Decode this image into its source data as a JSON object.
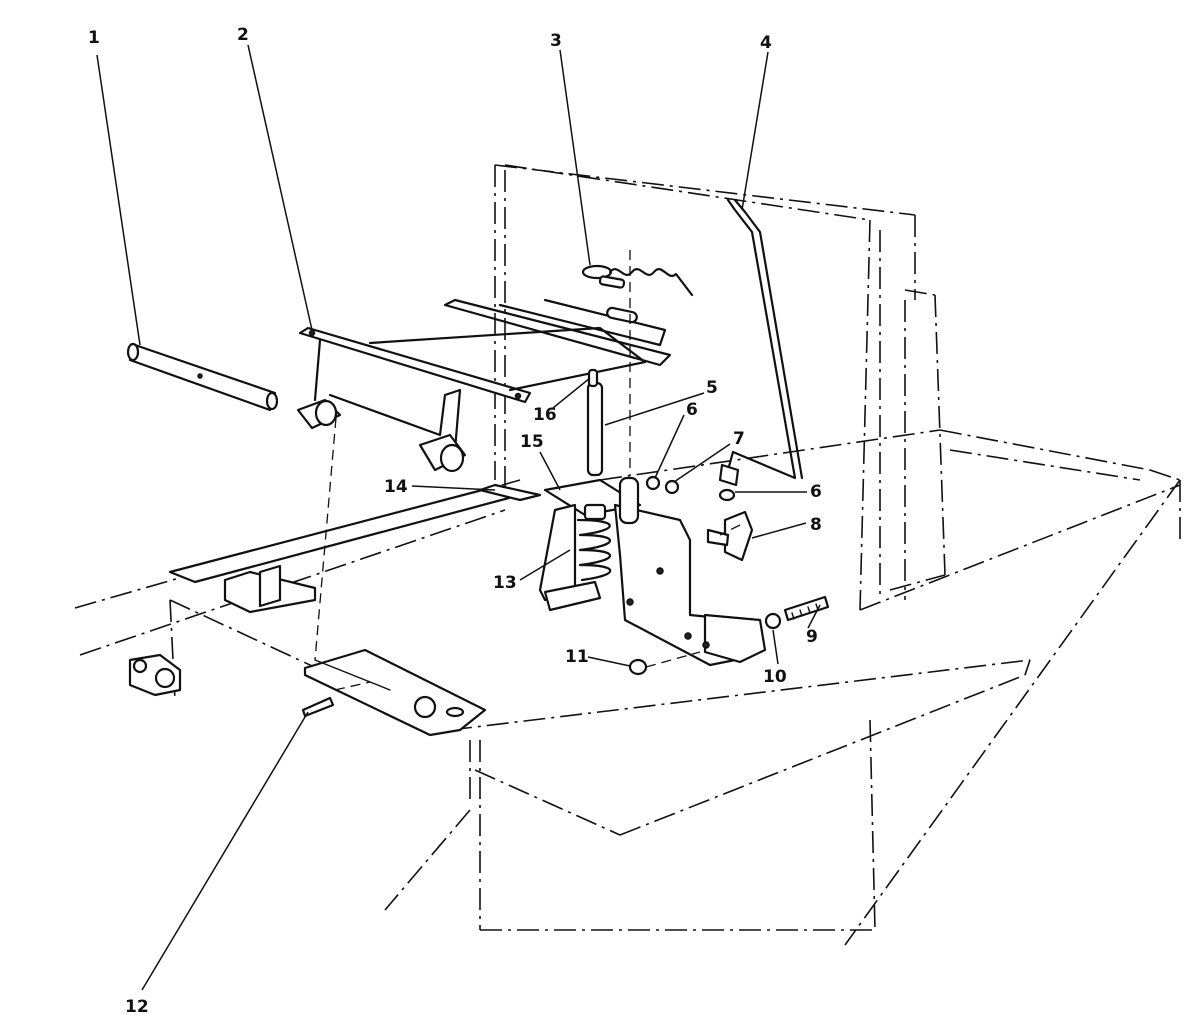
{
  "callouts": [
    {
      "id": "1",
      "text": "1"
    },
    {
      "id": "2",
      "text": "2"
    },
    {
      "id": "3",
      "text": "3"
    },
    {
      "id": "4",
      "text": "4"
    },
    {
      "id": "5",
      "text": "5"
    },
    {
      "id": "6a",
      "text": "6"
    },
    {
      "id": "6b",
      "text": "6"
    },
    {
      "id": "7",
      "text": "7"
    },
    {
      "id": "8",
      "text": "8"
    },
    {
      "id": "9",
      "text": "9"
    },
    {
      "id": "10",
      "text": "10"
    },
    {
      "id": "11",
      "text": "11"
    },
    {
      "id": "12",
      "text": "12"
    },
    {
      "id": "13",
      "text": "13"
    },
    {
      "id": "14",
      "text": "14"
    },
    {
      "id": "15",
      "text": "15"
    },
    {
      "id": "16",
      "text": "16"
    }
  ]
}
